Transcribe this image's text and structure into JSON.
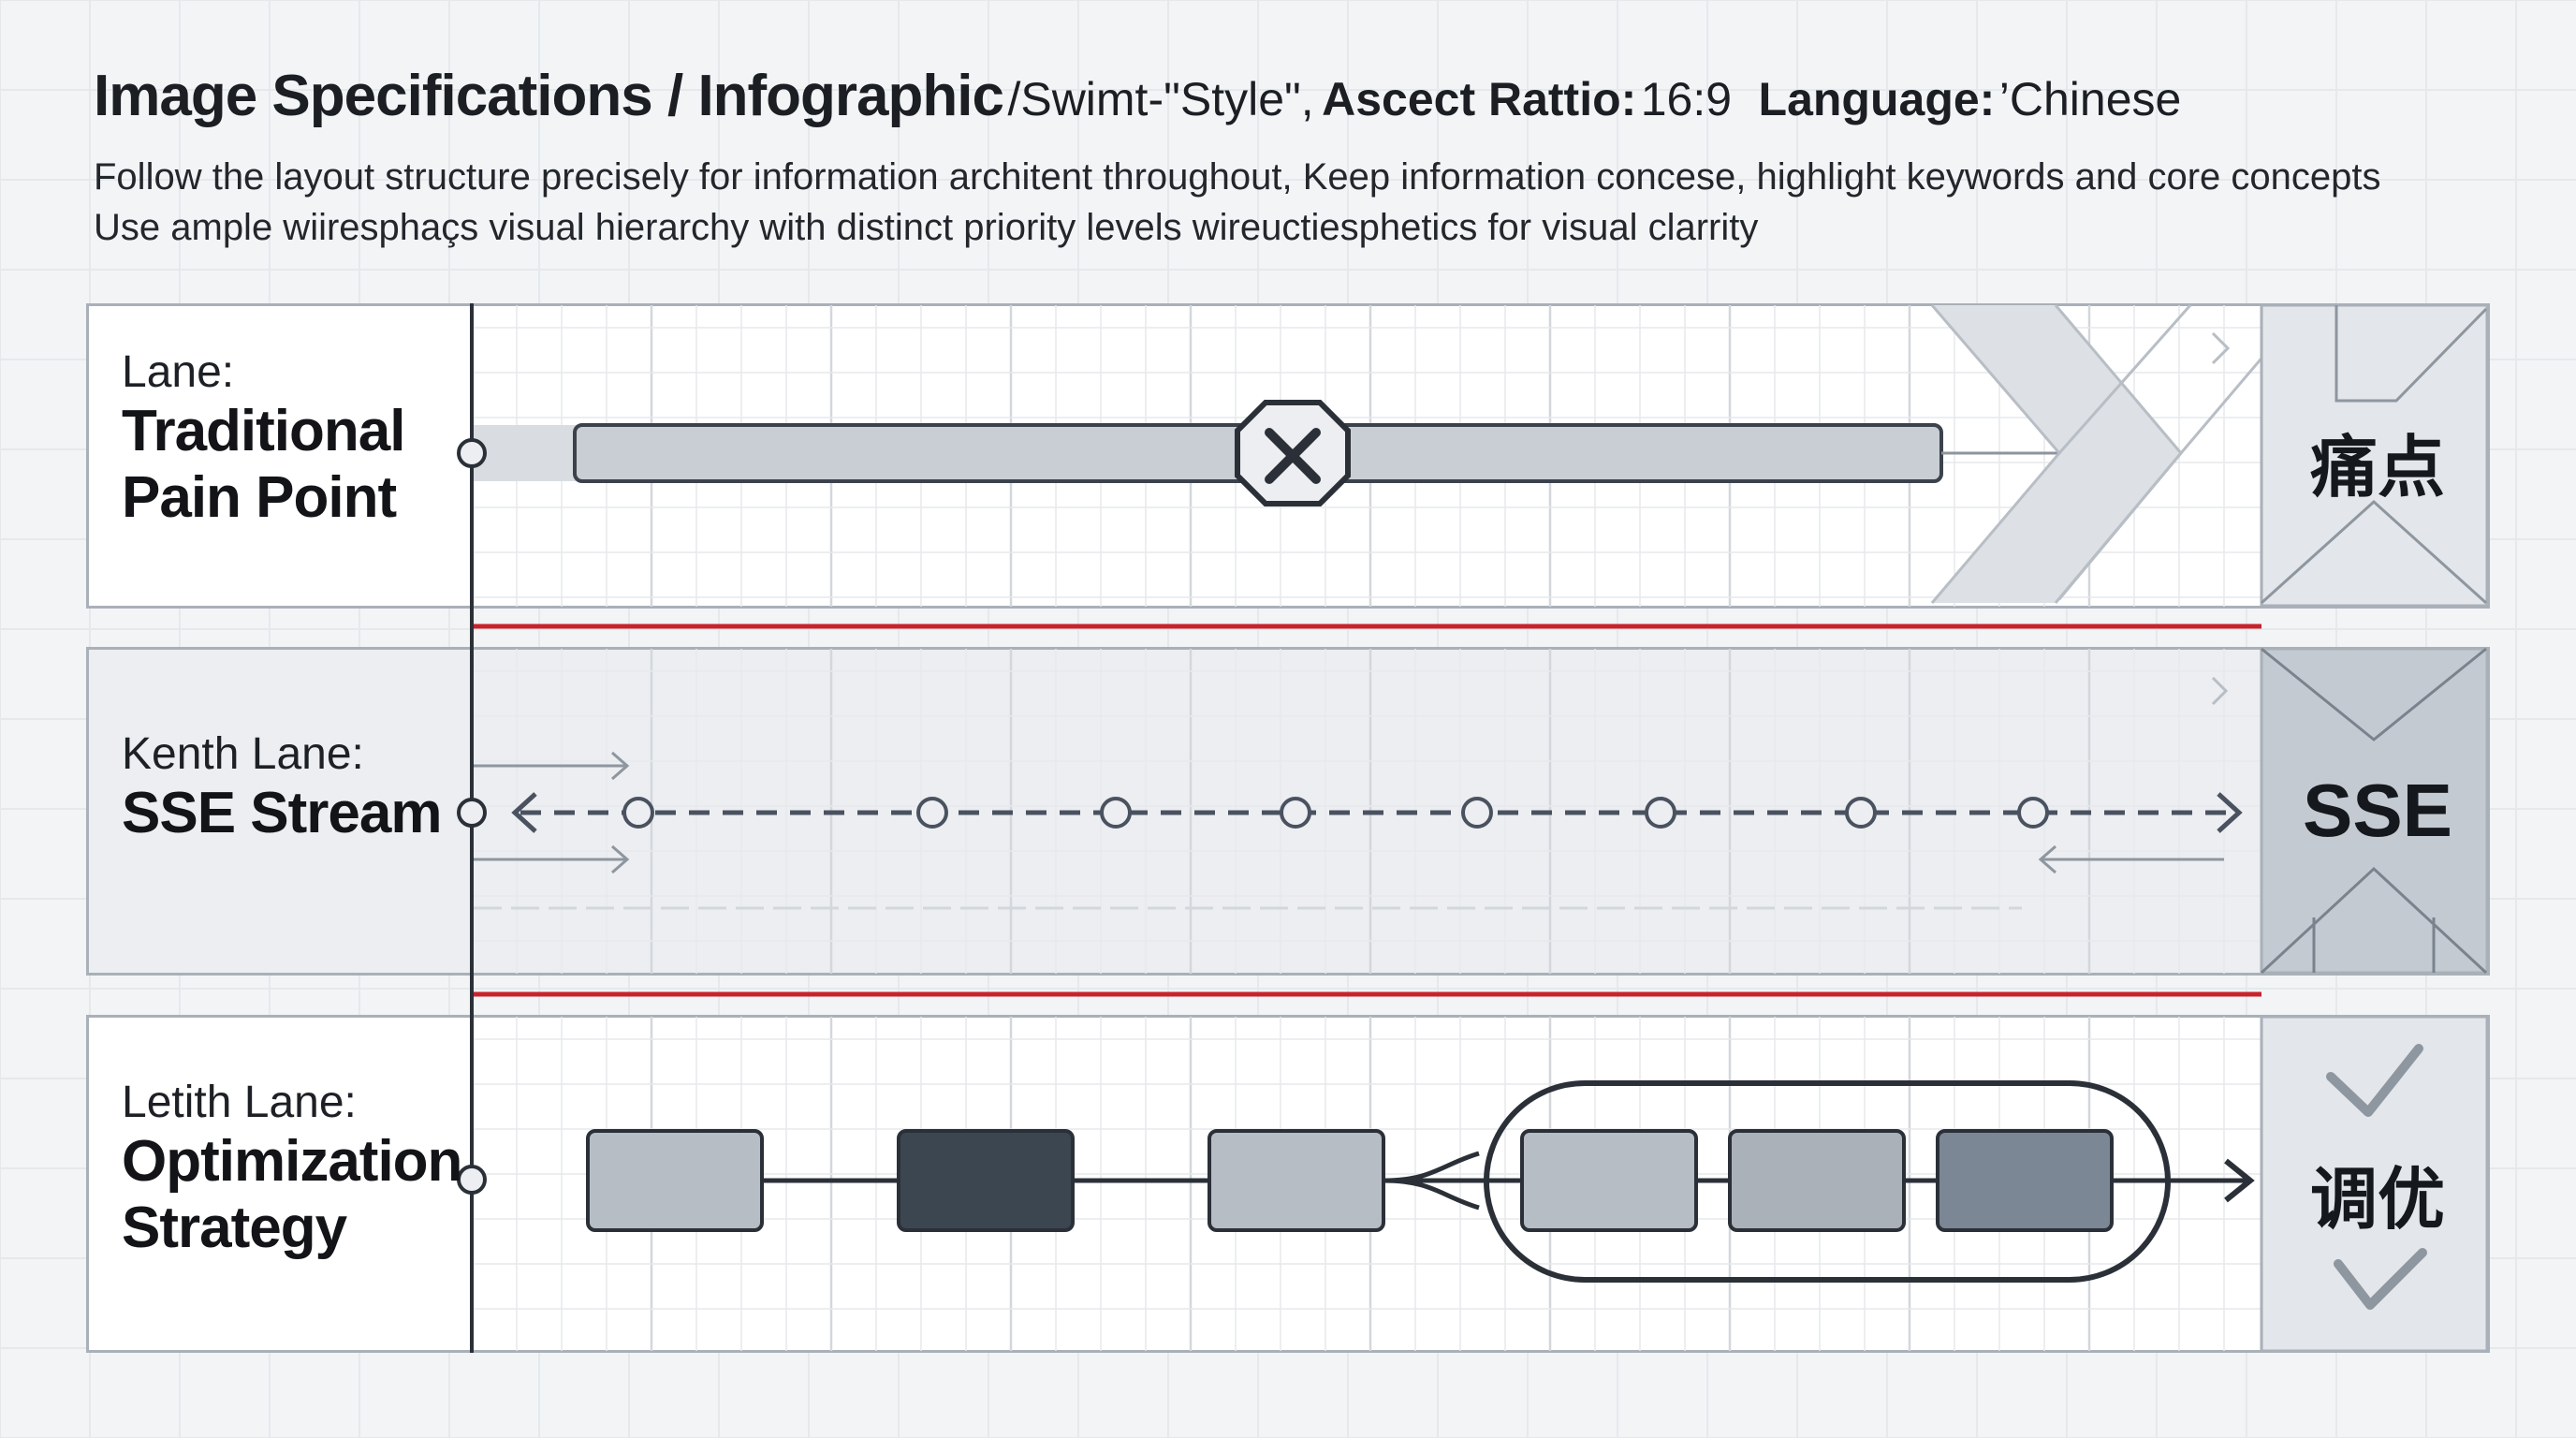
{
  "header": {
    "title_main": "Image Specifications / Infographic",
    "title_style": "/Swimt-\"Style\",",
    "aspect_label": "Ascect Rattio:",
    "aspect_value": "16:9",
    "language_label": "Language:",
    "language_value": "’Chinese",
    "desc_line_1": "Follow the layout structure precisely for information architent throughout, Keep information concese, highlight keywords and core concepts",
    "desc_line_2": "Use ample wiiresphaçs visual hierarchy with distinct priority levels  wireuctiesphetics for visual clarrity"
  },
  "lanes": [
    {
      "prefix": "Lane:",
      "name_line_1": "Traditional",
      "name_line_2": "Pain Point",
      "tag": "痛点"
    },
    {
      "prefix": "Kenth Lane:",
      "name_line_1": "SSE Stream",
      "tag": "SSE"
    },
    {
      "prefix": "Letith Lane:",
      "name_line_1": "Optimization",
      "name_line_2": "Strategy",
      "tag": "调优"
    }
  ],
  "colors": {
    "accent_red": "#c8232c",
    "spine": "#2b3038",
    "bar_fill": "#c9ced4",
    "stroke_dark": "#3b424b",
    "block_light": "#b7bdc4",
    "block_mid": "#aab1b8",
    "block_dark": "#3c4651",
    "block_slate": "#7b8794",
    "tag_bg": "#e3e6ea",
    "tag_bg_dark": "#c4cad1"
  },
  "icons": {
    "lane_1_center": "close-x-octagon-icon",
    "lane_2_flow": "bidirectional-arrow-icon",
    "lane_3_tag": "check-icon"
  }
}
